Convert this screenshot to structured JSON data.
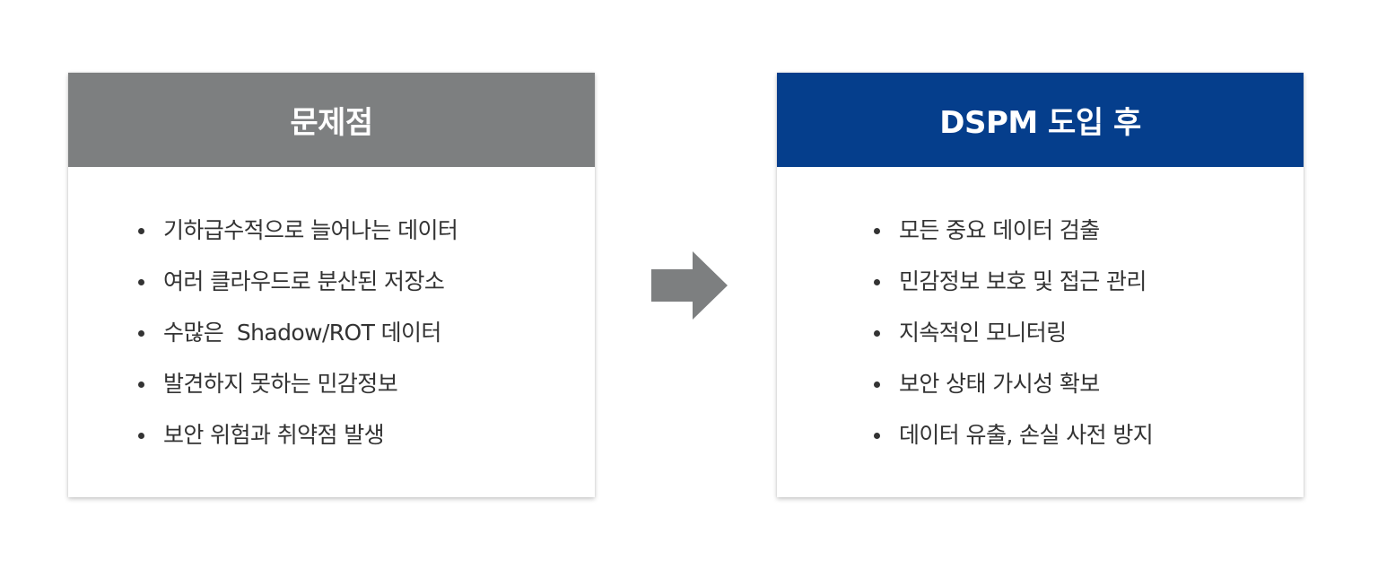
{
  "colors": {
    "problem_header": "#7d7f80",
    "solution_header": "#053e8c",
    "arrow": "#7d7f80",
    "text": "#333333"
  },
  "problem": {
    "title": "문제점",
    "items": [
      "기하급수적으로 늘어나는 데이터",
      "여러 클라우드로 분산된 저장소",
      "수많은  Shadow/ROT 데이터",
      "발견하지 못하는 민감정보",
      "보안 위험과 취약점 발생"
    ]
  },
  "arrow_icon": "right-arrow-icon",
  "solution": {
    "title": "DSPM 도입 후",
    "items": [
      "모든 중요 데이터 검출",
      "민감정보 보호 및 접근 관리",
      "지속적인 모니터링",
      "보안 상태 가시성 확보",
      "데이터 유출, 손실 사전 방지"
    ]
  }
}
